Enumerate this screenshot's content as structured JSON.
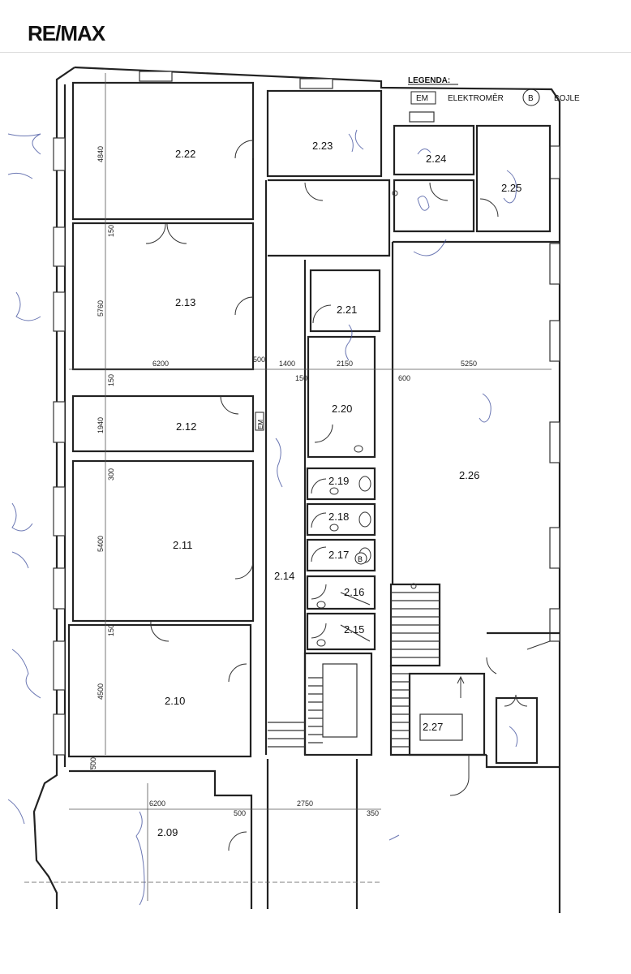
{
  "brand": {
    "logo": "RE/MAX"
  },
  "legend": {
    "title": "LEGENDA:",
    "items": [
      {
        "symbol": "EM",
        "label": "ELEKTROMĚR"
      },
      {
        "symbol": "B",
        "label": "BOJLE"
      }
    ]
  },
  "rooms": [
    {
      "id": "2.22",
      "label": "2.22"
    },
    {
      "id": "2.23",
      "label": "2.23"
    },
    {
      "id": "2.24",
      "label": "2.24"
    },
    {
      "id": "2.25",
      "label": "2.25"
    },
    {
      "id": "2.13",
      "label": "2.13"
    },
    {
      "id": "2.21",
      "label": "2.21"
    },
    {
      "id": "2.12",
      "label": "2.12"
    },
    {
      "id": "2.20",
      "label": "2.20"
    },
    {
      "id": "2.26",
      "label": "2.26"
    },
    {
      "id": "2.19",
      "label": "2.19"
    },
    {
      "id": "2.18",
      "label": "2.18"
    },
    {
      "id": "2.17",
      "label": "2.17"
    },
    {
      "id": "2.11",
      "label": "2.11"
    },
    {
      "id": "2.14",
      "label": "2.14"
    },
    {
      "id": "2.16",
      "label": "2.16"
    },
    {
      "id": "2.15",
      "label": "2.15"
    },
    {
      "id": "2.10",
      "label": "2.10"
    },
    {
      "id": "2.27",
      "label": "2.27"
    },
    {
      "id": "2.09",
      "label": "2.09"
    }
  ],
  "dimensions": {
    "vertical": [
      "4840",
      "150",
      "5760",
      "150",
      "1940",
      "300",
      "5400",
      "150",
      "4500",
      "500"
    ],
    "horizontal_mid": [
      "6200",
      "500",
      "1400",
      "150",
      "2150",
      "600",
      "5250"
    ],
    "horizontal_bottom": [
      "6200",
      "500",
      "2750",
      "350"
    ]
  },
  "markers": {
    "electric_meter": "EM",
    "boiler": "B"
  }
}
